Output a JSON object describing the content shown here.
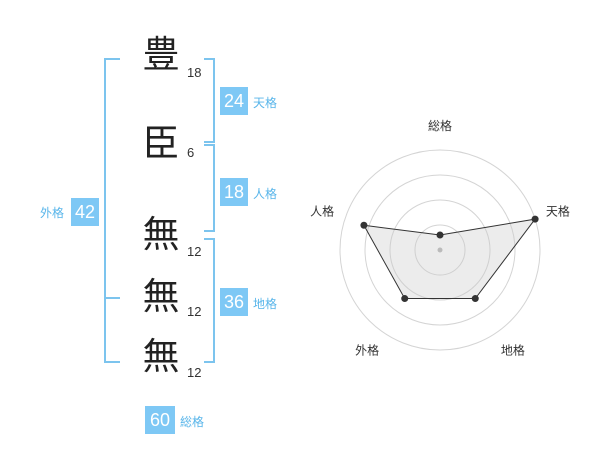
{
  "name_chars": [
    {
      "char": "豊",
      "strokes": "18"
    },
    {
      "char": "臣",
      "strokes": "6"
    },
    {
      "char": "無",
      "strokes": "12"
    },
    {
      "char": "無",
      "strokes": "12"
    },
    {
      "char": "無",
      "strokes": "12"
    }
  ],
  "kakusu": {
    "tenkaku": {
      "value": "24",
      "label": "天格"
    },
    "jinkaku": {
      "value": "18",
      "label": "人格"
    },
    "chikaku": {
      "value": "36",
      "label": "地格"
    },
    "gaikaku": {
      "value": "42",
      "label": "外格"
    },
    "soukaku": {
      "value": "60",
      "label": "総格"
    }
  },
  "colors": {
    "accent": "#7ec8f5",
    "bracket": "#7cc4ee",
    "label": "#58b5ea"
  },
  "chart_data": {
    "type": "radar",
    "axes": [
      "総格",
      "天格",
      "地格",
      "外格",
      "人格"
    ],
    "values": [
      0.15,
      1.0,
      0.6,
      0.6,
      0.8
    ],
    "rings": 4,
    "grid": true
  }
}
